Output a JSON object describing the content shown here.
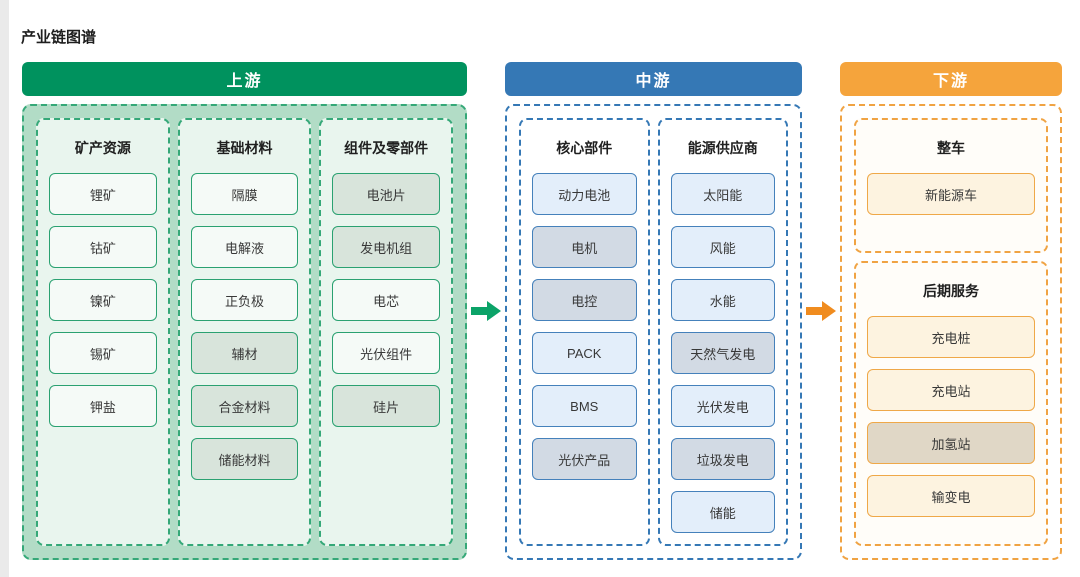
{
  "page_title": "产业链图谱",
  "colors": {
    "upstream_green": "#00925e",
    "midstream_blue": "#3578b5",
    "downstream_orange": "#f5a43c",
    "upstream_arrow": "#0ba368",
    "downstream_arrow": "#f08c1f"
  },
  "stages": [
    {
      "label": "上游",
      "groups": [
        {
          "title": "矿产资源",
          "items": [
            {
              "label": "锂矿",
              "shaded": false
            },
            {
              "label": "钴矿",
              "shaded": false
            },
            {
              "label": "镍矿",
              "shaded": false
            },
            {
              "label": "锡矿",
              "shaded": false
            },
            {
              "label": "钾盐",
              "shaded": false
            }
          ]
        },
        {
          "title": "基础材料",
          "items": [
            {
              "label": "隔膜",
              "shaded": false
            },
            {
              "label": "电解液",
              "shaded": false
            },
            {
              "label": "正负极",
              "shaded": false
            },
            {
              "label": "辅材",
              "shaded": true
            },
            {
              "label": "合金材料",
              "shaded": true
            },
            {
              "label": "储能材料",
              "shaded": true
            }
          ]
        },
        {
          "title": "组件及零部件",
          "items": [
            {
              "label": "电池片",
              "shaded": true
            },
            {
              "label": "发电机组",
              "shaded": true
            },
            {
              "label": "电芯",
              "shaded": false
            },
            {
              "label": "光伏组件",
              "shaded": false
            },
            {
              "label": "硅片",
              "shaded": true
            }
          ]
        }
      ]
    },
    {
      "label": "中游",
      "groups": [
        {
          "title": "核心部件",
          "items": [
            {
              "label": "动力电池",
              "shaded": false
            },
            {
              "label": "电机",
              "shaded": true
            },
            {
              "label": "电控",
              "shaded": true
            },
            {
              "label": "PACK",
              "shaded": false
            },
            {
              "label": "BMS",
              "shaded": false
            },
            {
              "label": "光伏产品",
              "shaded": true
            }
          ]
        },
        {
          "title": "能源供应商",
          "items": [
            {
              "label": "太阳能",
              "shaded": false
            },
            {
              "label": "风能",
              "shaded": false
            },
            {
              "label": "水能",
              "shaded": false
            },
            {
              "label": "天然气发电",
              "shaded": true
            },
            {
              "label": "光伏发电",
              "shaded": false
            },
            {
              "label": "垃圾发电",
              "shaded": true
            },
            {
              "label": "储能",
              "shaded": false
            }
          ]
        }
      ]
    },
    {
      "label": "下游",
      "groups": [
        {
          "title": "整车",
          "items": [
            {
              "label": "新能源车",
              "shaded": false
            }
          ]
        },
        {
          "title": "后期服务",
          "items": [
            {
              "label": "充电桩",
              "shaded": false
            },
            {
              "label": "充电站",
              "shaded": false
            },
            {
              "label": "加氢站",
              "shaded": true
            },
            {
              "label": "输变电",
              "shaded": false
            }
          ]
        }
      ]
    }
  ]
}
